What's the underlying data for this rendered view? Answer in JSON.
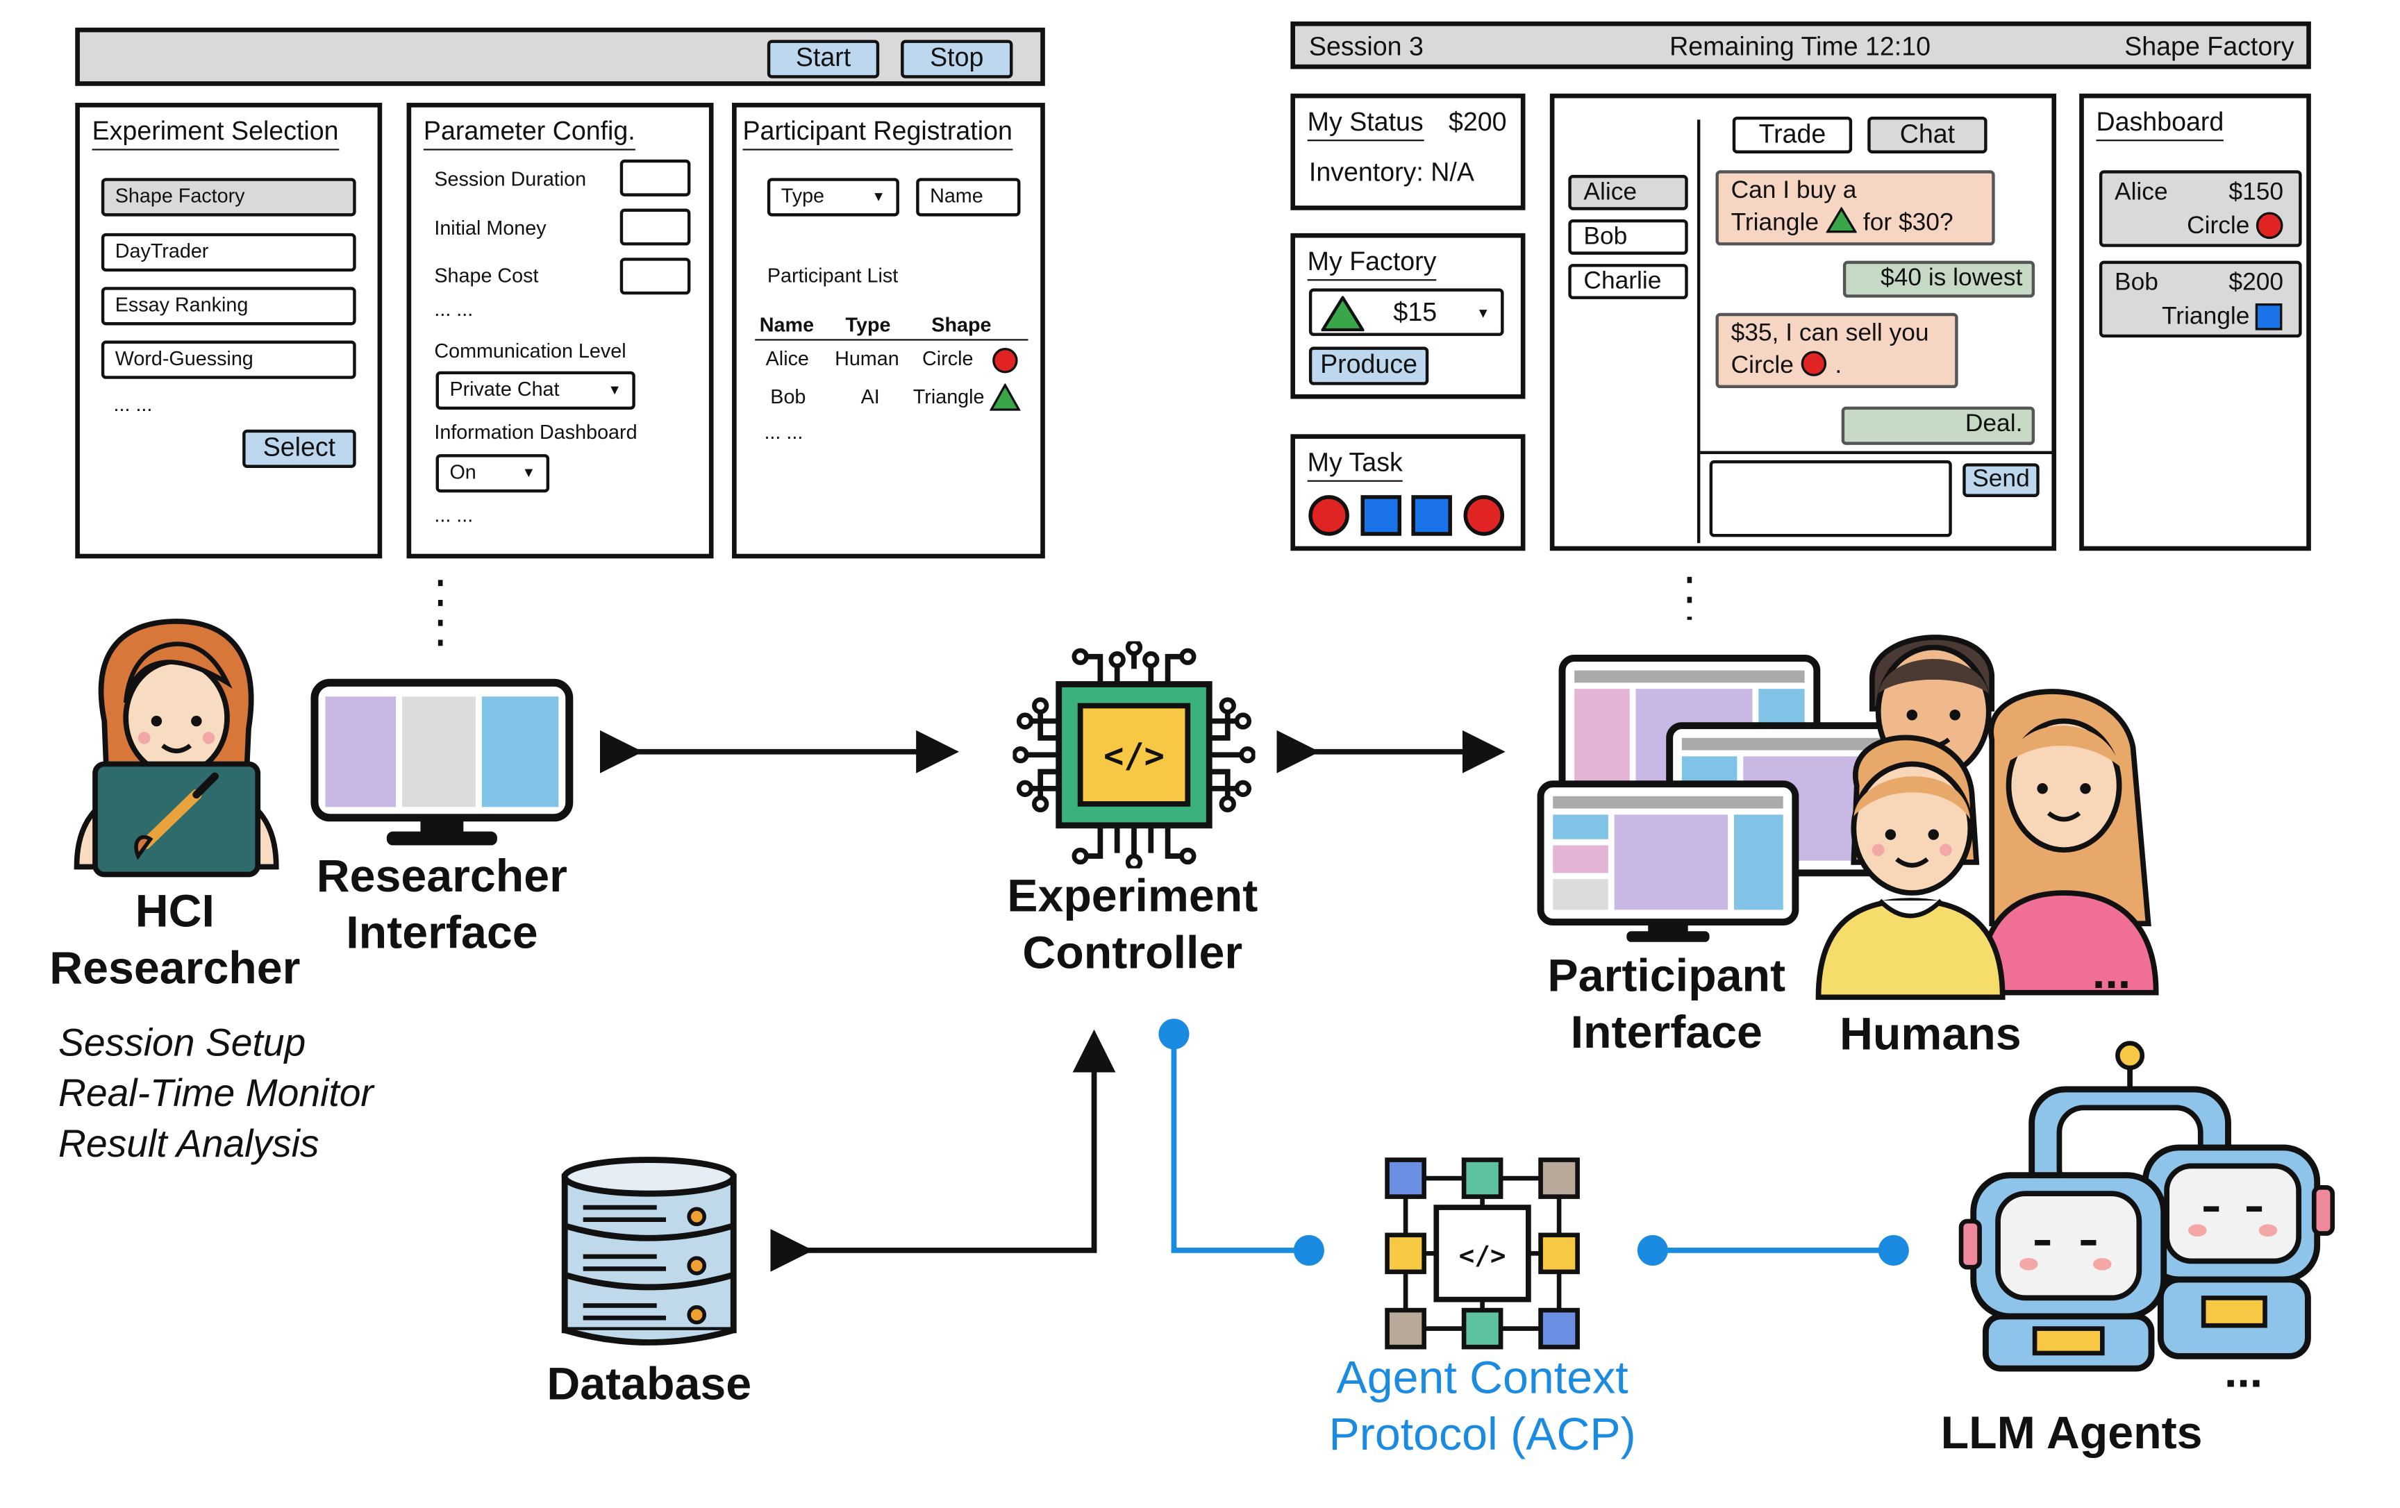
{
  "researcher_ui": {
    "buttons": {
      "start": "Start",
      "stop": "Stop"
    },
    "experiment_selection": {
      "title": "Experiment Selection",
      "items": [
        "Shape Factory",
        "DayTrader",
        "Essay Ranking",
        "Word-Guessing"
      ],
      "selected": "Shape Factory",
      "ellipsis": "... ...",
      "select_button": "Select"
    },
    "parameter_config": {
      "title": "Parameter Config.",
      "session_duration": "Session Duration",
      "initial_money": "Initial Money",
      "shape_cost": "Shape Cost",
      "ellipsis": "... ...",
      "communication_level": "Communication Level",
      "communication_value": "Private Chat",
      "information_dashboard": "Information Dashboard",
      "dashboard_value": "On",
      "ellipsis2": "... ..."
    },
    "participant_registration": {
      "title": "Participant Registration",
      "type_placeholder": "Type",
      "name_placeholder": "Name",
      "list_title": "Participant List",
      "columns": [
        "Name",
        "Type",
        "Shape"
      ],
      "rows": [
        {
          "name": "Alice",
          "type": "Human",
          "shape": "Circle",
          "icon": "red-circle"
        },
        {
          "name": "Bob",
          "type": "AI",
          "shape": "Triangle",
          "icon": "green-triangle"
        }
      ],
      "ellipsis": "... ..."
    }
  },
  "participant_ui": {
    "header": {
      "session": "Session 3",
      "remaining": "Remaining Time 12:10",
      "game": "Shape Factory"
    },
    "my_status": {
      "title": "My Status",
      "money": "$200",
      "inventory": "Inventory: N/A"
    },
    "my_factory": {
      "title": "My Factory",
      "price": "$15",
      "produce_button": "Produce",
      "icon": "green-triangle"
    },
    "my_task": {
      "title": "My Task",
      "shapes": [
        "red-circle",
        "blue-square",
        "blue-square",
        "red-circle"
      ]
    },
    "chat": {
      "tabs": {
        "trade": "Trade",
        "chat": "Chat"
      },
      "contacts": [
        "Alice",
        "Bob",
        "Charlie"
      ],
      "messages": {
        "m1_line1": "Can I buy a",
        "m1_line2a": "Triangle",
        "m1_line2b": "for $30?",
        "m2": "$40  is lowest",
        "m3_line1": "$35, I can sell you",
        "m3_line2a": "Circle",
        "m3_line2b": ".",
        "m4": "Deal."
      },
      "send_button": "Send"
    },
    "dashboard": {
      "title": "Dashboard",
      "cards": [
        {
          "name": "Alice",
          "money": "$150",
          "shape": "Circle",
          "icon": "red-circle"
        },
        {
          "name": "Bob",
          "money": "$200",
          "shape": "Triangle",
          "icon": "blue-square"
        }
      ]
    }
  },
  "labels": {
    "hci_researcher_1": "HCI",
    "hci_researcher_2": "Researcher",
    "roles": [
      "Session Setup",
      "Real-Time Monitor",
      "Result Analysis"
    ],
    "researcher_interface_1": "Researcher",
    "researcher_interface_2": "Interface",
    "controller_1": "Experiment",
    "controller_2": "Controller",
    "participant_interface_1": "Participant",
    "participant_interface_2": "Interface",
    "humans": "Humans",
    "database": "Database",
    "acp_1": "Agent Context",
    "acp_2": "Protocol (ACP)",
    "llm_agents": "LLM Agents",
    "ellipsis": "..."
  },
  "colors": {
    "ui_gray": "#d9d9d9",
    "button_blue": "#bdd7ee",
    "bubble_peach": "#f6d6c3",
    "bubble_green": "#c5d9c5",
    "acp_blue": "#1a8be0",
    "shape_red": "#e02424",
    "shape_blue": "#1a73e8",
    "shape_green": "#3aa64a"
  }
}
